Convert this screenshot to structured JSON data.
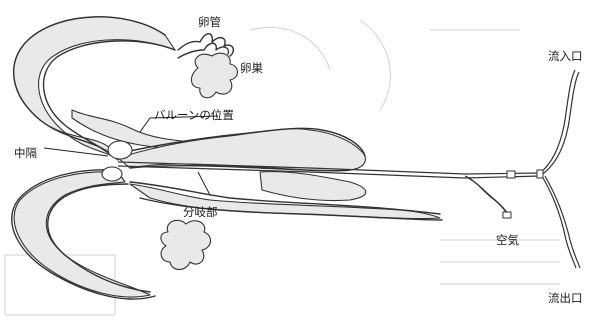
{
  "labels": {
    "fallopian_tube": "卵管",
    "ovary": "卵巣",
    "balloon_position": "バルーンの位置",
    "septum": "中隔",
    "bifurcation": "分岐部",
    "inlet": "流入口",
    "air": "空気",
    "outlet": "流出口"
  },
  "colors": {
    "ink": "#333333",
    "stipple": "#e9e9e9",
    "background": "#ffffff"
  }
}
